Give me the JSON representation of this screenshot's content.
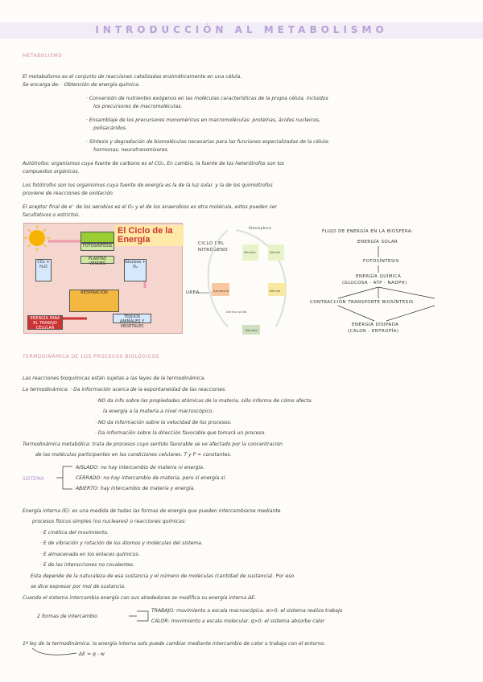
{
  "title": "INTRODUCCIÓN AL METABOLISMO",
  "sections": {
    "metabolismo": "METABOLISMO",
    "termo": "TERMODINÁMICA DE LOS PROCESOS BIOLÓGICOS"
  },
  "lines1": [
    "El metabolismo es el conjunto de reacciones catalizadas enzimáticamente en una célula.",
    "Se encarga de:  · Obtención de energía química.",
    "· Conversión de nutrientes exógenos en las moléculas características de la propia célula, incluidos",
    "los precursores de macromoléculas.",
    "· Ensamblaje de los precursores monoméricos en macromoléculas: proteínas, ácidos nucleicos,",
    "polisacáridos.",
    "· Síntesis y degradación de biomoléculas necesarias para las funciones especializadas de la célula:",
    "hormonas, neurotransmisores.",
    "Autótrofos: organismos cuya fuente de carbono es el CO₂. En cambio, la fuente de los heterótrofos son los",
    "compuestos orgánicos.",
    "Los fotótrofos son los organismos cuya fuente de energía es la de la luz solar, y la de los quimiótrofos",
    "proviene de reacciones de oxidación.",
    "El aceptor final de e⁻ de los aerobios es el O₂ y el de los anaerobios es otra molécula, estos pueden ser",
    "facultativos o estrictos."
  ],
  "cycle_img": {
    "title": "El Ciclo de la Energía",
    "boxes": [
      "FOTOSÍNTESIS",
      "PLANTAS VERDES",
      "CO₂ + H₂O",
      "Glucosa + O₂",
      "RESPIRACIÓN",
      "TEJIDOS ANIMALES Y VEGETALES",
      "ENERGÍA PARA EL TRABAJO CELULAR"
    ]
  },
  "nitrogen": {
    "label1": "CICLO DEL",
    "label2": "NITRÓGENO",
    "urea": "UREA",
    "top": "Atmosphere",
    "nodes": [
      "Nitrate",
      "Nitrite",
      "Ammonia",
      "Nitrite",
      "Amino acids",
      "Nitrate"
    ]
  },
  "flux": {
    "title": "FLUJO DE ENERGÍA EN LA BIOSFERA:",
    "solar": "ENERGÍA SOLAR",
    "foto": "FOTOSÍNTESIS",
    "quim1": "ENERGÍA QUÍMICA",
    "quim2": "(GLUCOSA - ATP - NADPH)",
    "row": "CONTRACCIÓN  TRANSPORTE  BIOSÍNTESIS",
    "dis1": "ENERGÍA DISIPADA",
    "dis2": "(CALOR - ENTROPÍA)"
  },
  "lines2": [
    "Las reacciones bioquímicas están sujetas a las leyes de la termodinámica.",
    "La termodinámica:  · Da información acerca de la espontaneidad de las reacciones.",
    "· NO da info sobre las propiedades atómicas de la materia, sólo informa de cómo afecta",
    "la energía a la materia a nivel macroscópico.",
    "· NO da información sobre la velocidad de los procesos.",
    "· Da información sobre la dirección favorable que tomará un proceso.",
    "Termodinámica metabólica: trata de procesos cuyo sentido favorable se ve afectado por la concentración",
    "de las moléculas participantes en las condiciones celulares. T y P = constantes."
  ],
  "sistema": {
    "label": "SISTEMA",
    "items": [
      "AISLADO: no hay intercambio de materia ni energía.",
      "CERRADO: no hay intercambio de materia, pero sí energía sí.",
      "ABIERTO: hay intercambio de materia y energía."
    ]
  },
  "lines3": [
    "Energía interna (E): es una medida de todas las formas de energía que pueden intercambiarse mediante",
    "procesos físicos simples (no nucleares) o reacciones químicas:",
    "· E cinética del movimiento.",
    "· E de vibración y rotación de los átomos y moléculas del sistema.",
    "· E almacenada en los enlaces químicos.",
    "· E de las interacciones no covalentes.",
    "Esta depende de la naturaleza de esa sustancia y el número de moléculas (cantidad de sustancia). Por eso",
    "se dice expresar por mol de sustancia.",
    "Cuando el sistema intercambia energía con sus alrededores se modifica su energía interna ΔE."
  ],
  "intercambio": {
    "label": "2 formas de intercambio",
    "trabajo": "TRABAJO: movimiento a escala macroscópica. w>0: el sistema realiza trabajo",
    "calor": "CALOR: movimiento a escala molecular. q>0: el sistema absorbe calor"
  },
  "ley1": "1ª ley de la termodinámica: la energía interna solo puede cambiar mediante intercambio de calor o trabajo con el entorno.",
  "formula": "ΔE = q - w"
}
